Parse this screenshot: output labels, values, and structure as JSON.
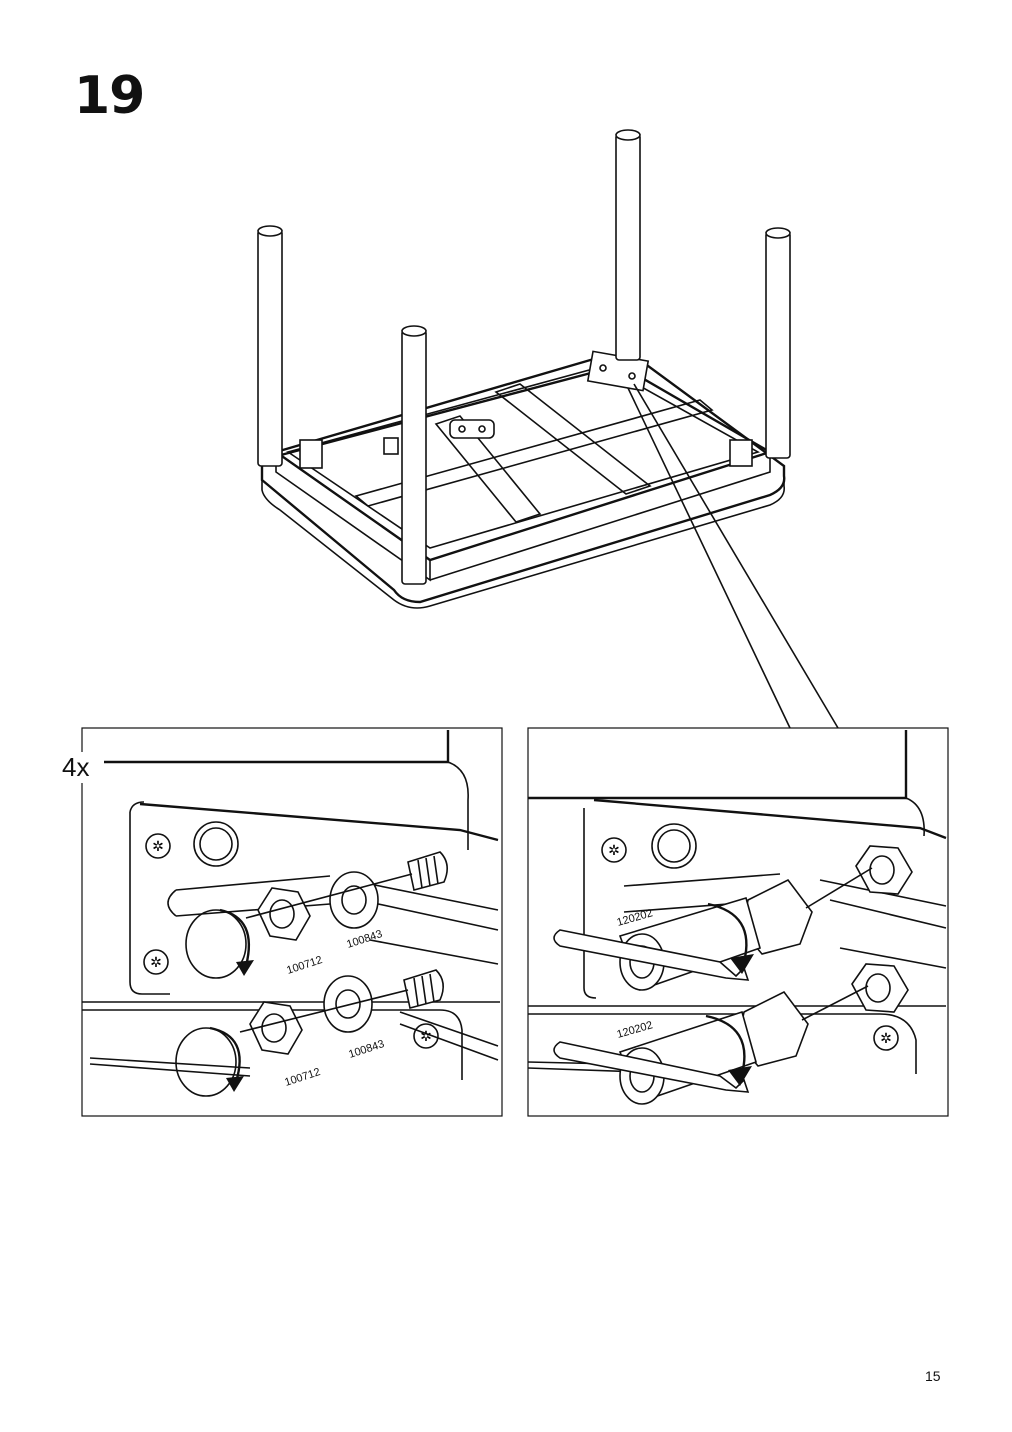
{
  "step": {
    "number": "19",
    "multiplier": "4x"
  },
  "detail_left": {
    "parts": {
      "nut": "100712",
      "washer": "100843"
    }
  },
  "detail_right": {
    "tool": "120202"
  },
  "page_number": "15"
}
